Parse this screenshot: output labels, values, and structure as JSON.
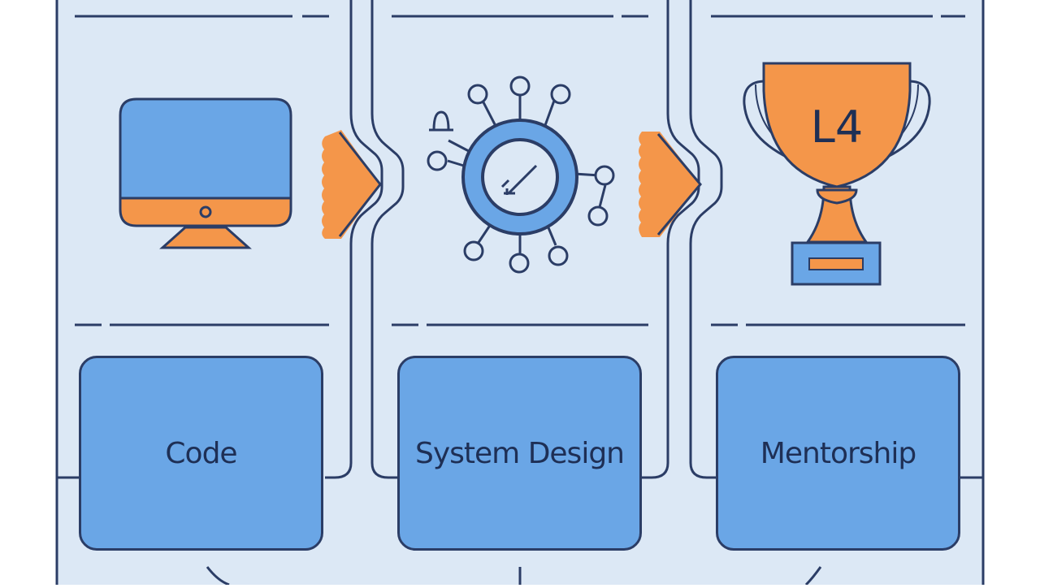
{
  "stages": [
    {
      "id": "code",
      "label": "Code",
      "icon": "monitor-icon"
    },
    {
      "id": "system-design",
      "label": "System Design",
      "icon": "network-hub-icon"
    },
    {
      "id": "mentorship",
      "label": "Mentorship",
      "icon": "trophy-icon",
      "badge": "L4"
    }
  ],
  "colors": {
    "background": "#dce8f5",
    "panel_outline": "#2b3d66",
    "blue": "#6aa6e6",
    "orange": "#f4964a",
    "text": "#1e2f55"
  }
}
